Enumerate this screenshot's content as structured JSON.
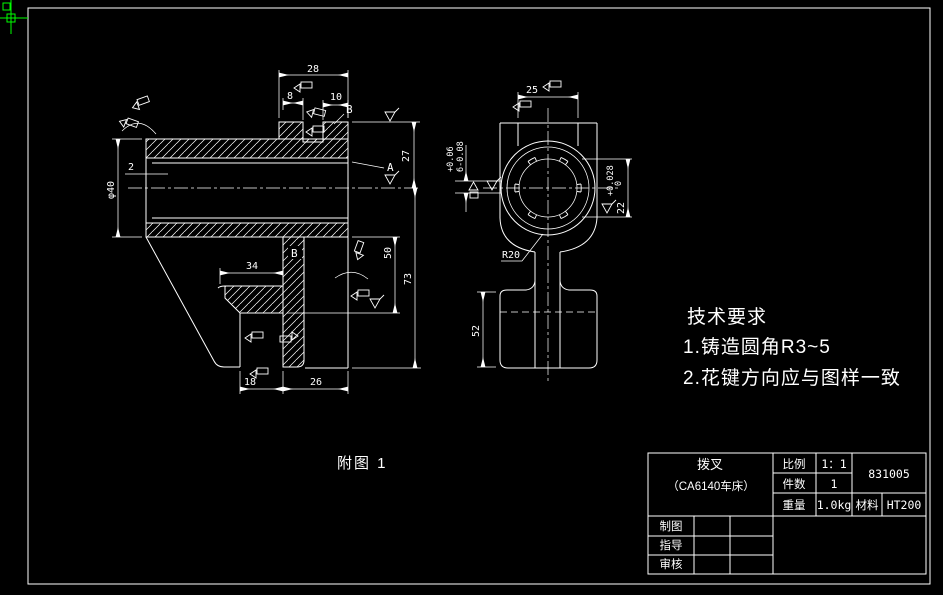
{
  "colors": {
    "background": "#000000",
    "line": "#ffffff",
    "cursor_green": "#00ff00"
  },
  "caption": "附图 1",
  "tech": {
    "title": "技术要求",
    "item1": "1.铸造圆角R3~5",
    "item2": "2.花键方向应与图样一致"
  },
  "front_view": {
    "d28": "28",
    "d8": "8",
    "d10": "10",
    "label_b_top": "B",
    "d27": "27",
    "label_a": "A",
    "d50": "50",
    "d73": "73",
    "dia40": "φ40",
    "d2": "2",
    "d34": "34",
    "label_b_mid": "B",
    "d18": "18",
    "d26": "26"
  },
  "side_view": {
    "d25": "25",
    "d22": "22",
    "tol22_up": "+0.028",
    "tol22_low": "0",
    "spline_up": "+0.06",
    "spline_low": "6-0.08",
    "r20": "R20",
    "d52": "52"
  },
  "title_block": {
    "part_name": "拨叉",
    "part_subtitle": "（CA6140车床）",
    "scale_label": "比例",
    "scale_value": "1：1",
    "qty_label": "件数",
    "qty_value": "1",
    "weight_label": "重量",
    "weight_value": "1.0kg",
    "material_label": "材料",
    "material_value": "HT200",
    "drawing_no": "831005",
    "row_draw": "制图",
    "row_guide": "指导",
    "row_check": "审核"
  }
}
